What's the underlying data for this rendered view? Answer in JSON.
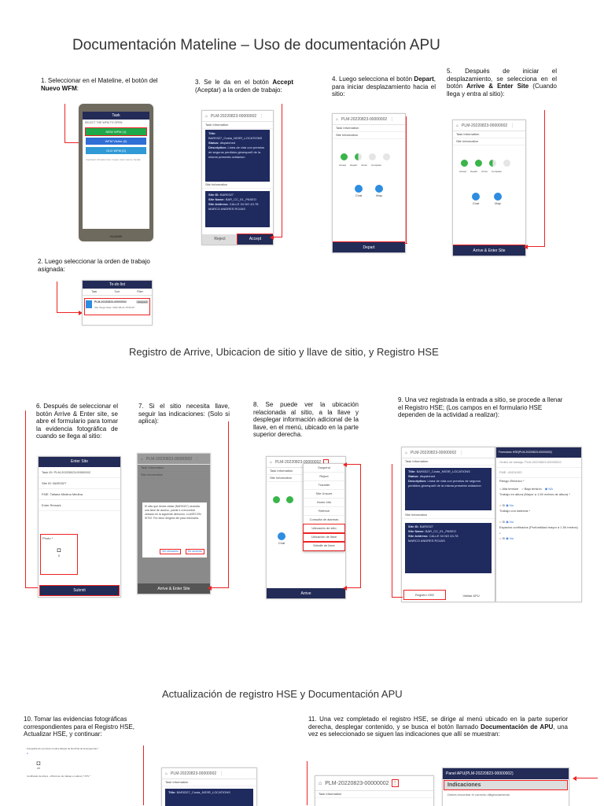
{
  "title": "Documentación Mateline – Uso de documentación APU",
  "sections": {
    "s2": "Registro de Arrive, Ubicacion de sitio y llave de sitio, y Registro HSE",
    "s3": "Actualización de registro HSE y Documentación APU"
  },
  "steps": {
    "s1": {
      "a": "1. Seleccionar en el Mateline, el botón del ",
      "b": "Nuevo WFM",
      "c": ":"
    },
    "s2": "2. Luego seleccionar la orden de trabajo asignada:",
    "s3": {
      "a": "3. Se le da en el botón ",
      "b": "Accept",
      "c": " (Aceptar) a la orden de trabajo:"
    },
    "s4": {
      "a": "4. Luego selecciona el botón ",
      "b": "Depart",
      "c": ", para iniciar desplazamiento hacia el sitio:"
    },
    "s5": {
      "a": "5. Después de iniciar el desplazamiento, se selecciona en el botón ",
      "b": "Arrive & Enter Site",
      "c": " (Cuando llega y entra al sitio):"
    },
    "s6": "6. Después de seleccionar el botón Arrive & Enter site, se abre el formulario para tomar la evidencia fotográfica de cuando se llega al sitio:",
    "s7": "7. Si el sitio necesita llave, seguir las indicaciones: (Solo si aplica):",
    "s8": "8. Se puede ver la ubicación relacionada al sitio, a la llave y desplegar información adicional de la llave, en el menú, ubicado en la parte superior derecha.",
    "s9": "9. Una vez registrada la entrada a sitio, se procede a llenar el Registro HSE; (Los campos en el formulario HSE dependen de la actividad a realizar):",
    "s10": "10. Tomar las evidencias fotográficas correspondientes para el Registro HSE, Actualizar HSE, y continuar:",
    "s11": {
      "a": "11. Una vez completado el registro HSE, se dirige al menú ubicado en la parte superior derecha, desplegar contenido, y se busca el botón llamado ",
      "b": "Documentación de APU",
      "c": ", una vez es seleccionado se siguen las indicaciones que allí se muestran:"
    }
  },
  "screens": {
    "wfm": {
      "header": "Task",
      "label": "SELECT THE WFM TO OPEN",
      "btn_new": "NEW WFM (1)",
      "btn_visitor": "WFM Visitor (0)",
      "btn_old": "OLD WFM (0)",
      "note": "Important: All tasks from 2 apps must now be handle",
      "brand": "HUAWEI"
    },
    "list": {
      "header": "To-do list",
      "tab1": "Task",
      "tab2": "Sort",
      "tab3": "Filter",
      "order": "PLM-20220823-00000002",
      "sub": "Site Target Date: 2022-08-23 15:50:00",
      "badge": "Assigned"
    },
    "task": {
      "order": "PLM-20220823-00000002",
      "task_info": "Task Information",
      "title_k": "Title:",
      "title_v": "BAR0327_Costa_NSSR_LOCATIONS",
      "status_k": "Status:",
      "status_v": "dispatched",
      "desc_k": "Description:",
      "desc_v": "Linea de vida con premios de seguros perdidos giroespar0 de la misma presenta oxidacion",
      "site_info": "Site Information",
      "siteid_k": "Site ID:",
      "siteid_v": "BAR0327",
      "sitename_k": "Site Name:",
      "sitename_v": "BAR_CC_EL_PASEO",
      "addr_k": "Site Address:",
      "addr_v": "CALLE 34 NO 43-78",
      "person": "MARCO ANDRES ROJAS",
      "reject": "Reject",
      "accept": "Accept"
    },
    "depart": {
      "order": "PLM-20220823-00000002",
      "task_info": "Task Information",
      "site_info": "Site Information",
      "steps": [
        "Accept",
        "Depart",
        "Arrive",
        "Complete"
      ],
      "chat": "Chat",
      "map": "Map",
      "btn": "Depart"
    },
    "arrive": {
      "order": "PLM-20220823-00000002",
      "task_info": "Task Information",
      "site_info": "Site Information",
      "steps": [
        "Accept",
        "Depart",
        "Arrive",
        "Complete"
      ],
      "chat": "Chat",
      "map": "Map",
      "btn": "Arrive & Enter Site"
    },
    "enter": {
      "header": "Enter Site",
      "task_id": "Task ID: PLM-20220823-00000002",
      "site_id": "Site ID: BAR0327",
      "fme": "FME: Tatiana Medina Medina",
      "note": "Enter Remark",
      "photo": "Photo *",
      "photo_count": "0",
      "submit": "Submit"
    },
    "key": {
      "order": "PLM-20220823-00000002",
      "task_info": "Task Information",
      "site_info": "Site Information",
      "dialog": "El sitio que tienes visitar (BAR0327) necesita una llave de acceso, puede ir a encontrar ubicado en la siguiente dirección: LLAVES EN SITIO. Por favor dirigirse allí para retornarla.",
      "btn_a": "Ver ubicacion",
      "btn_b": "De acuerdo",
      "btn": "Arrive & Enter Site"
    },
    "menu": {
      "order": "PLM-20220823-00000002",
      "task_info": "Task Information",
      "site_info": "Site Information",
      "items": [
        "Suspend",
        "Reject",
        "Transfer",
        "Site Unsure",
        "Home Info",
        "Refresh",
        "Consulta de alarmas",
        "Ubicación de sitio",
        "Ubicación de llave",
        "Detalle de llave"
      ],
      "chat": "Chat",
      "btn": "Arrive"
    },
    "hse": {
      "order": "PLM-20220823-00000002",
      "form_header": "Formulario HSE(PLM-20220823-00000002)",
      "f1": "Orden de trabajo: PLM-20220823-00000002",
      "f2": "FME: 43431093",
      "f3": "Riesgo Eléctrico *",
      "o1": "Alta tensión",
      "o2": "Baja tensión",
      "o3": "NA",
      "f4": "Trabajo en altura (Mayor a 1.50 metros de altura) *",
      "f5": "Trabajo con baterías *",
      "f6": "Espacios confinados (Profundidad mayor a 1.50 metros) *",
      "yes": "Si",
      "no": "No",
      "btn_hse": "Registro HSE",
      "btn_apu": "Validar APU"
    },
    "hse2": {
      "r1": "Fotografía de permisos medios (Etapa de Rev/Fila de Emergencias *",
      "photo_count": "0/0",
      "r2": "Certificado de Altura - s/Permiso de trabajo en altura (* ATS *"
    },
    "apu": {
      "order": "PLM-20220823-00000002",
      "task_info": "Task Information",
      "panel_header": "Panel APU(PLM-20220823-00000002)",
      "indic": "Indicaciones",
      "text": "Debes encontrar el correcto diligenciamiento"
    }
  }
}
